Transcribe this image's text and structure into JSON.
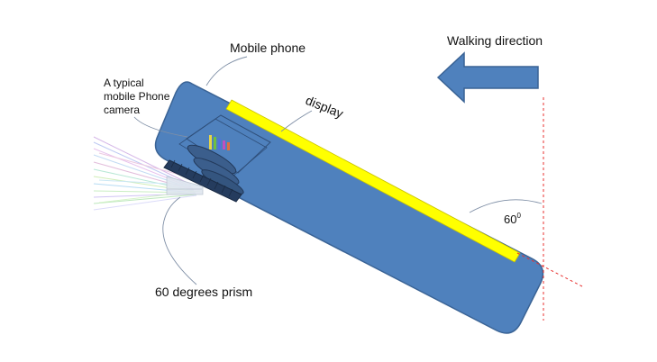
{
  "labels": {
    "mobile_phone": "Mobile phone",
    "walking_direction": "Walking direction",
    "camera_line1": "A typical",
    "camera_line2": "mobile Phone",
    "camera_line3": "camera",
    "display": "display",
    "angle_base": "60",
    "angle_sup": "0",
    "prism": "60 degrees prism"
  },
  "colors": {
    "phone_fill": "#4f81bd",
    "phone_stroke": "#3a6395",
    "display_fill": "#ffff00",
    "arrow_fill": "#4f81bd",
    "reference_line": "#e8302f",
    "leader_line": "#7f8fa6"
  },
  "icons": {
    "arrow": "left-arrow-icon"
  }
}
